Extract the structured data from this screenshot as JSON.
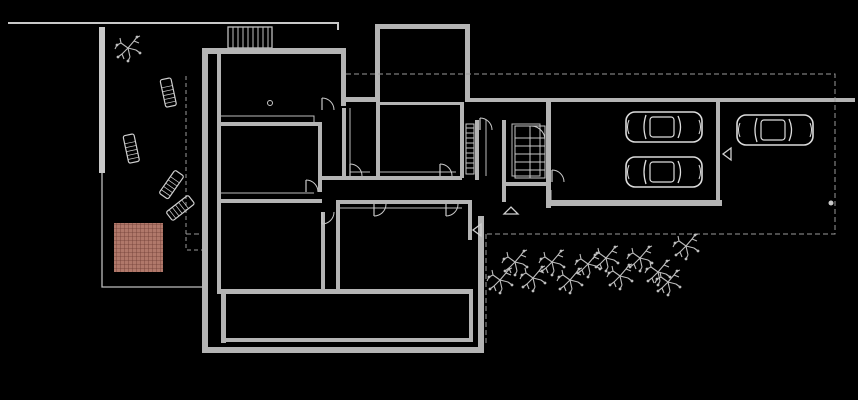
{
  "drawing": {
    "kind": "architectural floor plan (CAD, dark background)",
    "colors": {
      "background": "#000000",
      "wall": "#b4b4b4",
      "wall_fill": "#c8c8c8",
      "line": "#c0c0c0",
      "dashed": "#9a9a9a",
      "vegetation": "#bdbdbd",
      "deck": "#b0786a",
      "deck_line": "#7a4a40"
    },
    "symbols": {
      "cars": 3,
      "lounge_chairs": 4,
      "trees": 13,
      "staircases": 2,
      "entry_arrows": 3
    }
  }
}
